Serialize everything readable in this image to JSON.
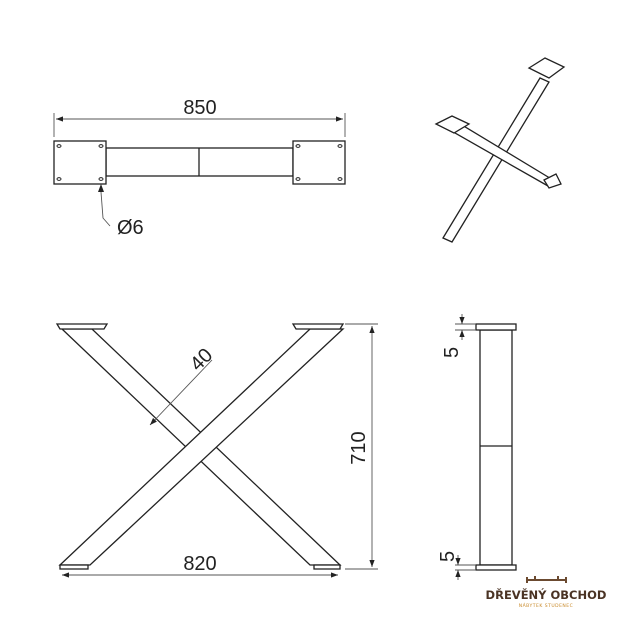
{
  "top_view": {
    "length_label": "850",
    "hole_label": "Ø6"
  },
  "front_view": {
    "width_label": "820",
    "height_label": "710",
    "profile_label": "40"
  },
  "side_view": {
    "top_plate_label": "5",
    "bottom_plate_label": "5"
  },
  "logo": {
    "name": "DŘEVĚNÝ OBCHOD",
    "tagline": "NÁBYTEK STUDENEC",
    "color": "#4a3324",
    "accent": "#c98a2a"
  }
}
